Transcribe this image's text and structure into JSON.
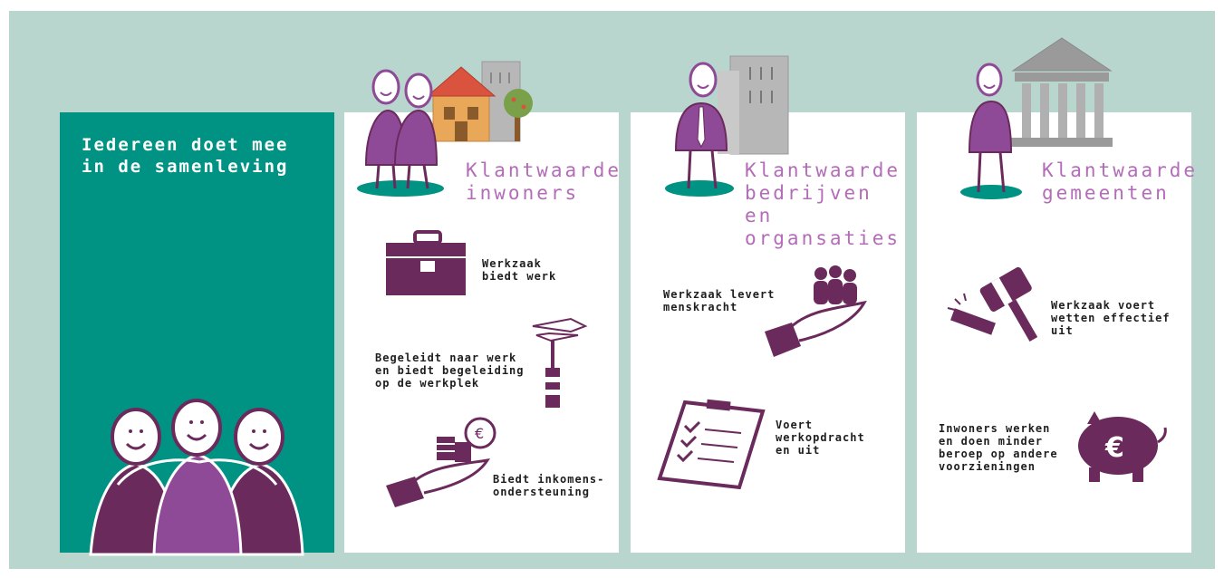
{
  "intro": {
    "title": "Iedereen doet mee in de samenleving"
  },
  "columns": [
    {
      "title": "Klantwaarde inwoners",
      "items": [
        {
          "text": "Werkzaak\nbiedt werk",
          "icon": "briefcase-icon"
        },
        {
          "text": "Begeleidt naar werk\nen biedt begeleiding\nop de werkplek",
          "icon": "signpost-icon"
        },
        {
          "text": "Biedt inkomens-\nondersteuning",
          "icon": "coins-hand-icon"
        }
      ]
    },
    {
      "title": "Klantwaarde bedrijven en organsaties",
      "items": [
        {
          "text": "Werkzaak levert\nmenskracht",
          "icon": "people-hand-icon"
        },
        {
          "text": "Voert\nwerkopdracht\nen uit",
          "icon": "clipboard-checklist-icon"
        }
      ]
    },
    {
      "title": "Klantwaarde gemeenten",
      "items": [
        {
          "text": "Werkzaak voert\nwetten effectief\nuit",
          "icon": "gavel-icon"
        },
        {
          "text": "Inwoners werken\nen doen minder\nberoep op andere\nvoorzieningen",
          "icon": "piggy-bank-euro-icon"
        }
      ]
    }
  ],
  "colors": {
    "background": "#b8d6cd",
    "teal": "#009383",
    "plum": "#6b2a5c",
    "lilac": "#b36cb8",
    "purple": "#8e4a97"
  }
}
